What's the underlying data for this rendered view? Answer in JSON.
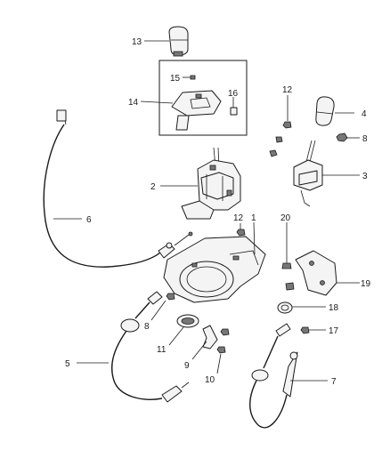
{
  "diagram": {
    "callouts": [
      {
        "id": "c1",
        "text": "1"
      },
      {
        "id": "c2",
        "text": "2"
      },
      {
        "id": "c3",
        "text": "3"
      },
      {
        "id": "c4",
        "text": "4"
      },
      {
        "id": "c5",
        "text": "5"
      },
      {
        "id": "c6",
        "text": "6"
      },
      {
        "id": "c7",
        "text": "7"
      },
      {
        "id": "c8a",
        "text": "8"
      },
      {
        "id": "c8b",
        "text": "8"
      },
      {
        "id": "c9",
        "text": "9"
      },
      {
        "id": "c10",
        "text": "10"
      },
      {
        "id": "c11",
        "text": "11"
      },
      {
        "id": "c12a",
        "text": "12"
      },
      {
        "id": "c12b",
        "text": "12"
      },
      {
        "id": "c13",
        "text": "13"
      },
      {
        "id": "c14",
        "text": "14"
      },
      {
        "id": "c15",
        "text": "15"
      },
      {
        "id": "c16",
        "text": "16"
      },
      {
        "id": "c17",
        "text": "17"
      },
      {
        "id": "c18",
        "text": "18"
      },
      {
        "id": "c19",
        "text": "19"
      },
      {
        "id": "c20",
        "text": "20"
      }
    ]
  }
}
